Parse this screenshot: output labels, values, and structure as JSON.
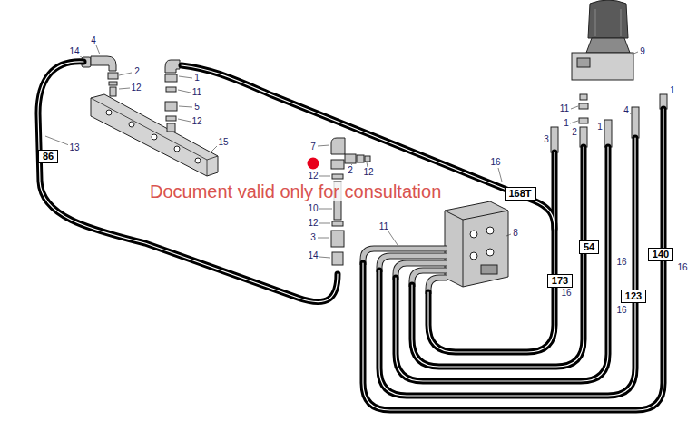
{
  "diagram": {
    "nodes": [
      {
        "text": [
          "86"
        ]
      },
      {
        "text": [
          "168T"
        ]
      },
      {
        "text": [
          "54"
        ]
      },
      {
        "text": [
          "140"
        ]
      },
      {
        "text": [
          "173"
        ]
      },
      {
        "text": [
          "123"
        ]
      }
    ],
    "labels": [
      "14",
      "4",
      "2",
      "12",
      "1",
      "11",
      "5",
      "12",
      "15",
      "13",
      "7",
      "2",
      "12",
      "12",
      "16",
      "10",
      "12",
      "11",
      "3",
      "8",
      "14",
      "9",
      "1",
      "11",
      "4",
      "1",
      "1",
      "2",
      "3",
      "16",
      "16",
      "16",
      "16",
      "Document valid only for consultation"
    ]
  }
}
